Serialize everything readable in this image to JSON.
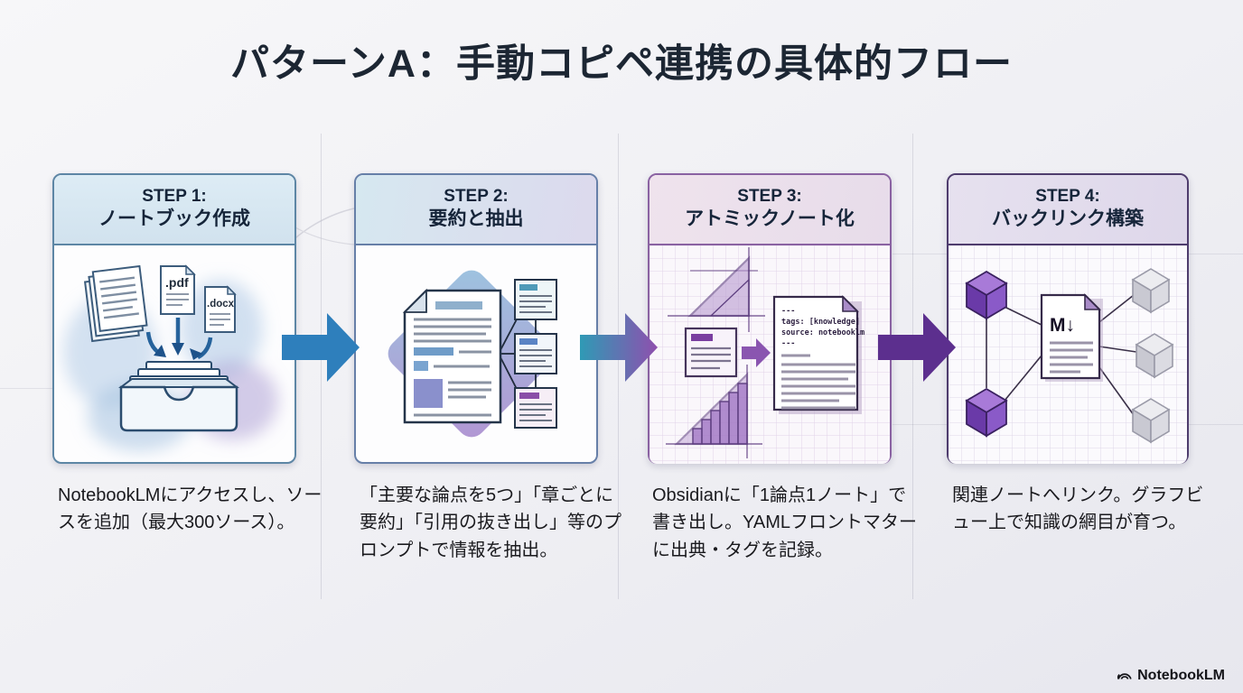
{
  "title": "パターンA：手動コピペ連携の具体的フロー",
  "steps": [
    {
      "label": "STEP 1:",
      "title": "ノートブック作成",
      "description": "NotebookLMにアクセスし、ソースを追加（最大300ソース）。"
    },
    {
      "label": "STEP 2:",
      "title": "要約と抽出",
      "description": "「主要な論点を5つ」「章ごとに要約」「引用の抜き出し」等のプロンプトで情報を抽出。"
    },
    {
      "label": "STEP 3:",
      "title": "アトミックノート化",
      "description": "Obsidianに「1論点1ノート」で書き出し。YAMLフロントマターに出典・タグを記録。"
    },
    {
      "label": "STEP 4:",
      "title": "バックリンク構築",
      "description": "関連ノートへリンク。グラフビュー上で知識の網目が育つ。"
    }
  ],
  "step1_illustration": {
    "file_label_pdf": ".pdf",
    "file_label_docx": ".docx"
  },
  "step3_illustration": {
    "yaml_line_1": "---",
    "yaml_line_2": "tags: [knowledge]",
    "yaml_line_3": "source: notebooklm",
    "yaml_line_4": "---"
  },
  "step4_illustration": {
    "markdown_glyph": "M↓"
  },
  "footer": {
    "brand": "NotebookLM"
  },
  "colors": {
    "arrow_1": "#2e7fbc",
    "arrow_2_start": "#2f9ab5",
    "arrow_2_end": "#8f4fae",
    "arrow_3": "#5c2f8e"
  }
}
